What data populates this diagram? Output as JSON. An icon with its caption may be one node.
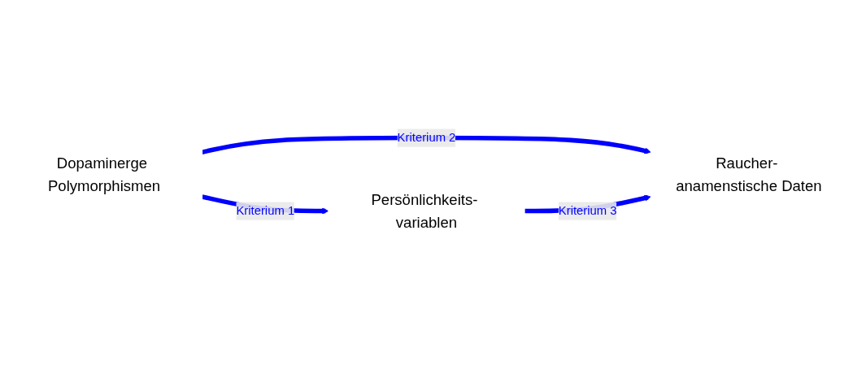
{
  "diagram": {
    "nodes": [
      {
        "text": [
          "Persönlichkeits- variablen"
        ]
      },
      {
        "text": [
          "Dopaminerge Polymorphismen"
        ]
      },
      {
        "text": [
          "Raucher- anamenstische Daten"
        ]
      }
    ],
    "edges": [
      {
        "from": 1,
        "to": 0,
        "arrow": "to",
        "label": "Kriterium 1"
      },
      {
        "from": 1,
        "to": 2,
        "arrow": "to",
        "label": "Kriterium 2"
      },
      {
        "from": 0,
        "to": 2,
        "arrow": "to",
        "label": "Kriterium 3"
      }
    ]
  }
}
